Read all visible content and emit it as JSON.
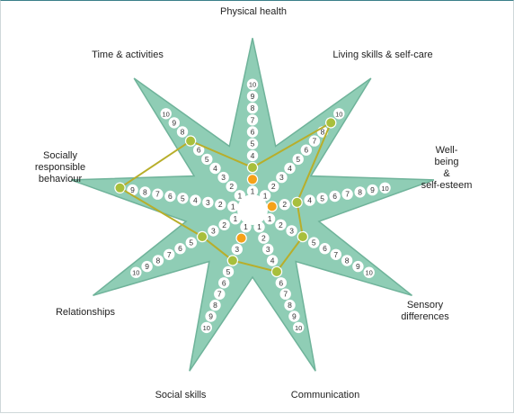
{
  "colors": {
    "star_fill": "#8fcdb5",
    "star_stroke": "#6fb39a",
    "badge_fill": "#ffffff",
    "badge_text": "#333333",
    "path_line": "#b8ae2a",
    "marker_green": "#a8bf3c",
    "marker_orange": "#f5a219",
    "hub_fill": "#ffffff"
  },
  "axes": [
    {
      "id": "physical-health",
      "label": "Physical health",
      "score": 3
    },
    {
      "id": "living-skills",
      "label": "Living skills & self-care",
      "score": 9
    },
    {
      "id": "well-being",
      "label": "Well-\nbeing\n&\nself-esteem",
      "score": 3
    },
    {
      "id": "sensory",
      "label": "Sensory\ndifferences",
      "score": 4
    },
    {
      "id": "communication",
      "label": "Communication",
      "score": 5
    },
    {
      "id": "social-skills",
      "label": "Social skills",
      "score": 4
    },
    {
      "id": "relationships",
      "label": "Relationships",
      "score": 4
    },
    {
      "id": "socially-responsible",
      "label": "Socially\nresponsible\nbehaviour",
      "score": 10
    },
    {
      "id": "time-activities",
      "label": "Time & activities",
      "score": 7
    }
  ],
  "inner_markers": [
    {
      "axis": "physical-health",
      "score": 2
    },
    {
      "axis": "well-being",
      "score": 1
    },
    {
      "axis": "social-skills",
      "score": 2
    }
  ],
  "scale": [
    "1",
    "2",
    "3",
    "4",
    "5",
    "6",
    "7",
    "8",
    "9",
    "10"
  ]
}
